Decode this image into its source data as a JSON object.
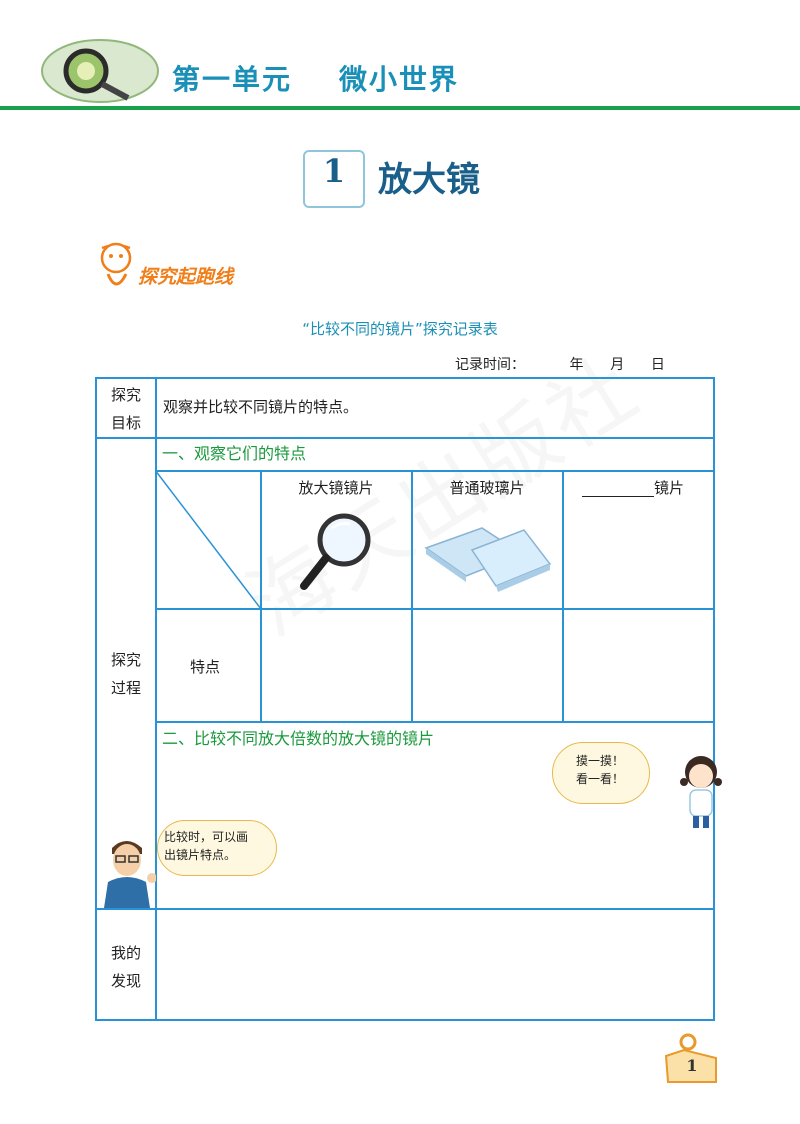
{
  "header": {
    "unit_title": "第一单元    微小世界"
  },
  "lesson": {
    "number": "1",
    "title": "放大镜"
  },
  "section_label": "探究起跑线",
  "table": {
    "title": "“比较不同的镜片”探究记录表",
    "record_time": "记录时间：          年      月      日",
    "goal_label": "探究\n目标",
    "goal_text": "观察并比较不同镜片的特点。",
    "process_label": "探究\n过程",
    "part1_title": "一、观察它们的特点",
    "col1_label": "放大镜镜片",
    "col2_label": "普通玻璃片",
    "col3_suffix": "镜片",
    "row_label": "特点",
    "part2_title": "二、比较不同放大倍数的放大镜的镜片",
    "findings_label": "我的\n发现"
  },
  "bubbles": {
    "girl": "摸一摸！\n看一看！",
    "teacher": "比较时，可以画\n出镜片特点。"
  },
  "watermark": "海天出版社",
  "page_number": "1",
  "colors": {
    "accent_blue": "#2a93d5",
    "title_blue": "#1a8fb7",
    "green": "#1aa14c",
    "orange": "#f07f1a"
  }
}
